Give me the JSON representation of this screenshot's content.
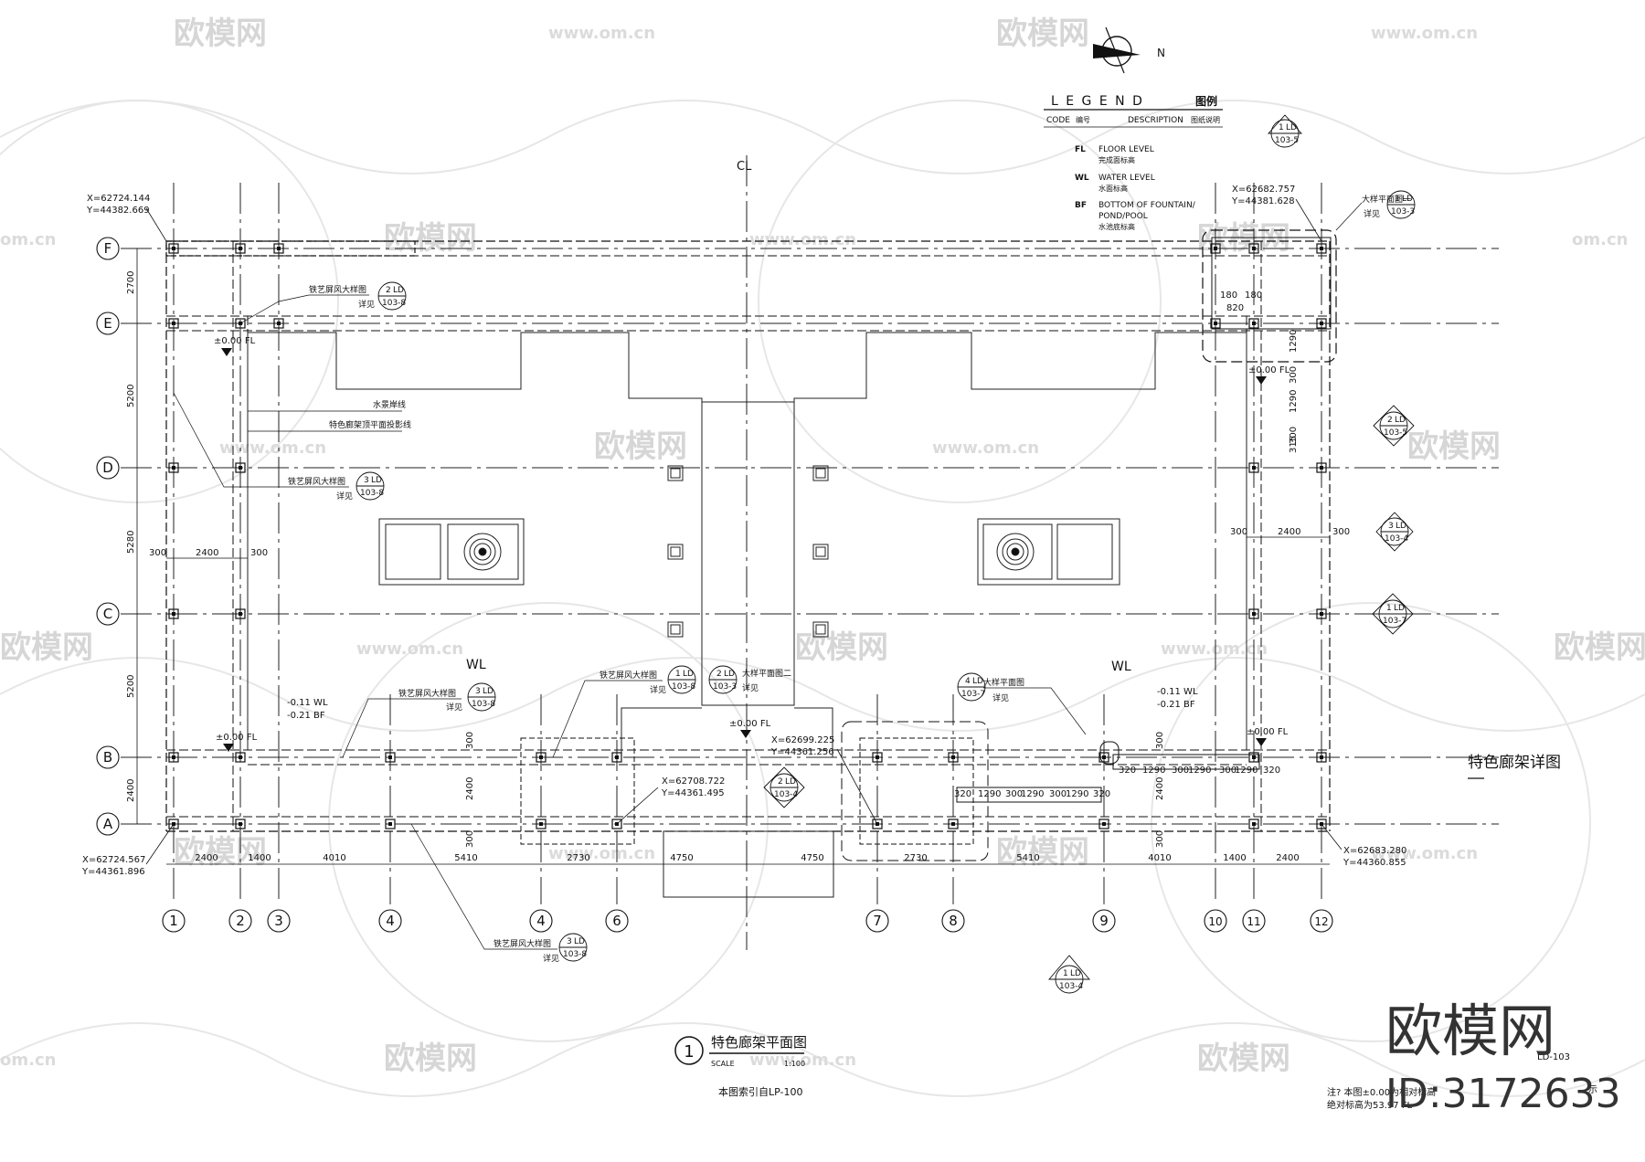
{
  "watermarks": {
    "brand": "欧模网",
    "url": "www.om.cn",
    "url_short": "om.cn",
    "big_brand": "欧模网",
    "id": "ID:3172633"
  },
  "north": "N",
  "centerline": "CL",
  "legend": {
    "title": "L E G E N D",
    "title_cn": "图例",
    "code_header": "CODE",
    "code_header_cn": "编号",
    "desc_header": "DESCRIPTION",
    "desc_header_cn": "图纸说明",
    "rows": [
      {
        "code": "FL",
        "desc": "FLOOR LEVEL",
        "desc_cn": "完成面标高"
      },
      {
        "code": "WL",
        "desc": "WATER LEVEL",
        "desc_cn": "水面标高"
      },
      {
        "code": "BF",
        "desc": "BOTTOM OF FOUNTAIN/",
        "desc2": "POND/POOL",
        "desc_cn": "水池底标高"
      }
    ]
  },
  "grid": {
    "rows": [
      "F",
      "E",
      "D",
      "C",
      "B",
      "A"
    ],
    "cols": [
      "1",
      "2",
      "3",
      "4",
      "4",
      "6",
      "7",
      "8",
      "9",
      "10",
      "11",
      "12"
    ],
    "left_dims": [
      "2700",
      "5200",
      "5280",
      "5200",
      "2400"
    ],
    "bottom_dims": [
      "2400",
      "1400",
      "4010",
      "5410",
      "2730",
      "4750",
      "4750",
      "2730",
      "5410",
      "4010",
      "1400",
      "2400"
    ]
  },
  "coords": {
    "tl_x": "X=62724.144",
    "tl_y": "Y=44382.669",
    "tr_x": "X=62682.757",
    "tr_y": "Y=44381.628",
    "bl_x": "X=62724.567",
    "bl_y": "Y=44361.896",
    "br_x": "X=62683.280",
    "br_y": "Y=44360.855",
    "m1_x": "X=62708.722",
    "m1_y": "Y=44361.495",
    "m2_x": "X=62699.225",
    "m2_y": "Y=44361.256"
  },
  "labels": {
    "tieyi_1": "铁艺屏风大样图",
    "tieyi_2": "铁艺屏风大样图",
    "tieyi_3": "铁艺屏风大样图",
    "tieyi_4": "铁艺屏风大样图",
    "tieyi_5": "铁艺屏风大样图",
    "see": "详见",
    "water_line": "水景岸线",
    "frame_line": "特色廊架顶平面投影线",
    "dayang": "大样平面图",
    "dayang2": "大样平面图二",
    "dayang_r": "大样平面图一",
    "wl": "WL",
    "fl0": "±0.00 FL",
    "wl1": "-0.11 WL",
    "bf1": "-0.21 BF",
    "side_title": "特色廊架详图"
  },
  "callouts": {
    "c103_8": "103-8",
    "c103_3": "103-3",
    "c103_5": "103-5",
    "c103_4": "103-4",
    "c103_7": "103-7",
    "ld": "LD",
    "n1": "1",
    "n2": "2",
    "n3": "3",
    "n4": "4"
  },
  "dims_misc": {
    "d300": "300",
    "d2400": "2400",
    "d1290": "1290",
    "d320": "320",
    "d180": "180",
    "d820": "820",
    "d315": "315"
  },
  "title_block": {
    "number": "1",
    "title": "特色廊架平面图",
    "scale_label": "SCALE",
    "scale_value": "1:100",
    "index_note": "本图索引自LP-100",
    "note1": "注? 本图±0.00为相对标高",
    "note2": "绝对标高为53.97 FL",
    "sheet": "LD-103",
    "side_note": "示"
  }
}
